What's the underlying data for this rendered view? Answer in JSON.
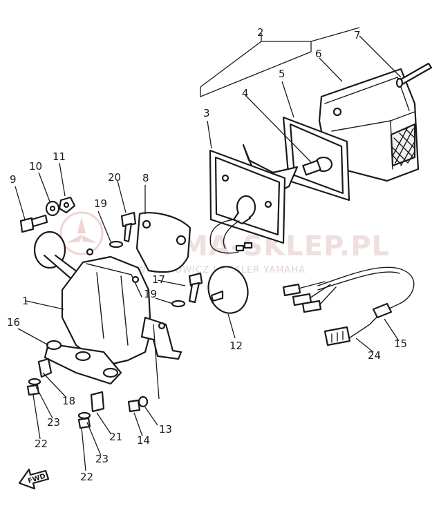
{
  "diagram": {
    "callouts": [
      {
        "id": "1",
        "label": "1"
      },
      {
        "id": "2",
        "label": "2"
      },
      {
        "id": "3",
        "label": "3"
      },
      {
        "id": "4",
        "label": "4"
      },
      {
        "id": "5",
        "label": "5"
      },
      {
        "id": "6",
        "label": "6"
      },
      {
        "id": "7",
        "label": "7"
      },
      {
        "id": "8",
        "label": "8"
      },
      {
        "id": "9",
        "label": "9"
      },
      {
        "id": "10",
        "label": "10"
      },
      {
        "id": "11",
        "label": "11"
      },
      {
        "id": "12",
        "label": "12"
      },
      {
        "id": "13",
        "label": "13"
      },
      {
        "id": "14",
        "label": "14"
      },
      {
        "id": "15",
        "label": "15"
      },
      {
        "id": "16",
        "label": "16"
      },
      {
        "id": "17",
        "label": "17"
      },
      {
        "id": "18",
        "label": "18"
      },
      {
        "id": "19a",
        "label": "19"
      },
      {
        "id": "19b",
        "label": "19"
      },
      {
        "id": "20",
        "label": "20"
      },
      {
        "id": "21",
        "label": "21"
      },
      {
        "id": "22a",
        "label": "22"
      },
      {
        "id": "22b",
        "label": "22"
      },
      {
        "id": "23a",
        "label": "23"
      },
      {
        "id": "23b",
        "label": "23"
      },
      {
        "id": "24",
        "label": "24"
      }
    ],
    "direction_arrow": {
      "label": "FWD"
    }
  },
  "watermark": {
    "brand": "YAMA-SKLEP.PL",
    "subtitle": "WINICHOWICZ | DEALER YAMAHA",
    "logo_color": "#e7b7b7"
  },
  "colors": {
    "line": "#1a1a1a",
    "background": "#ffffff",
    "watermark": "#e2c6c6"
  }
}
